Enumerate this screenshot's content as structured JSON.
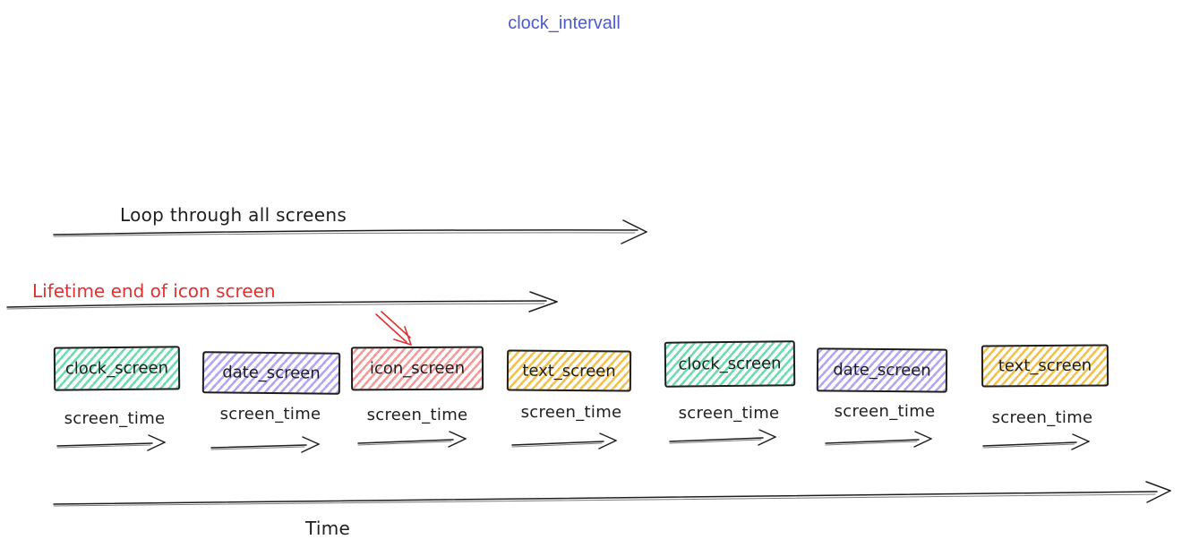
{
  "title": {
    "text": "clock_intervall",
    "color": "#4d5bd0"
  },
  "annotations": {
    "loop_label": "Loop through all screens",
    "lifetime_label": "Lifetime end of icon screen",
    "pointer_target": "icon_screen"
  },
  "screens": [
    {
      "label": "clock_screen",
      "color": "green"
    },
    {
      "label": "date_screen",
      "color": "purple"
    },
    {
      "label": "icon_screen",
      "color": "red"
    },
    {
      "label": "text_screen",
      "color": "yellow"
    },
    {
      "label": "clock_screen",
      "color": "green"
    },
    {
      "label": "date_screen",
      "color": "purple"
    },
    {
      "label": "text_screen",
      "color": "yellow"
    }
  ],
  "timeline": {
    "screen_time_label": "screen_time",
    "axis_label": "Time"
  },
  "colors": {
    "green": "#6fdbb2",
    "purple": "#b3a6f3",
    "red": "#f59b9b",
    "yellow": "#f2c14e",
    "stroke": "#1e1e1e",
    "annotation_red": "#e03131",
    "title_blue": "#4d5bd0"
  }
}
